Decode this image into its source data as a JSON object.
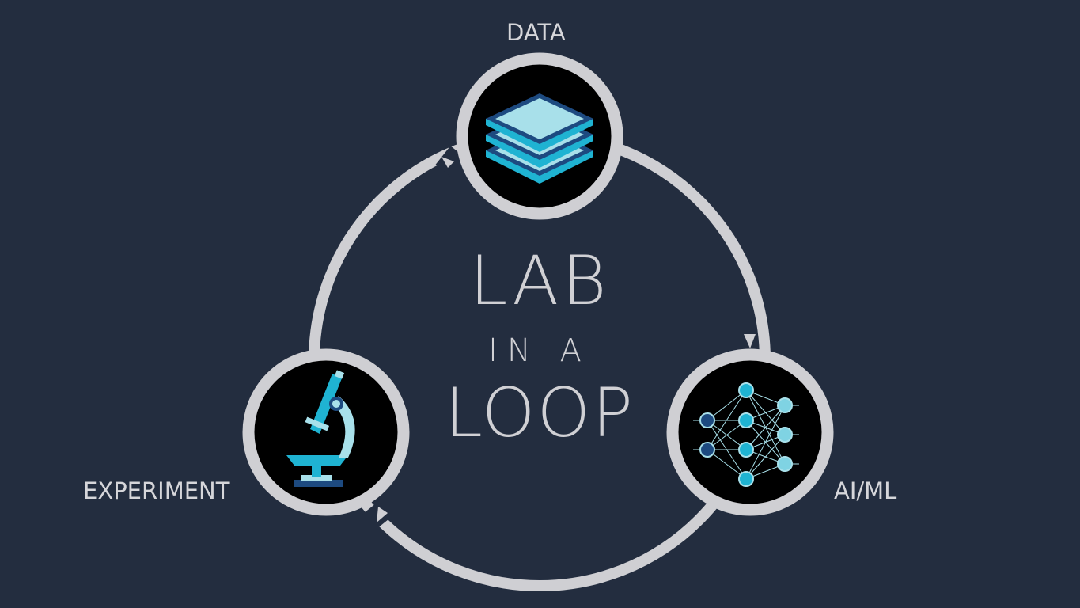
{
  "nodes": {
    "data": {
      "label": "DATA",
      "icon": "data-layers-icon"
    },
    "experiment": {
      "label": "EXPERIMENT",
      "icon": "microscope-icon"
    },
    "aiml": {
      "label": "AI/ML",
      "icon": "neural-network-icon"
    }
  },
  "center_title": {
    "line1": "LAB",
    "line2": "IN A",
    "line3": "LOOP"
  },
  "colors": {
    "background": "#232d3f",
    "ring": "#cfcfd3",
    "accent": "#1fb3d2",
    "light": "#a8e0ea",
    "dark": "#1d4a80"
  }
}
